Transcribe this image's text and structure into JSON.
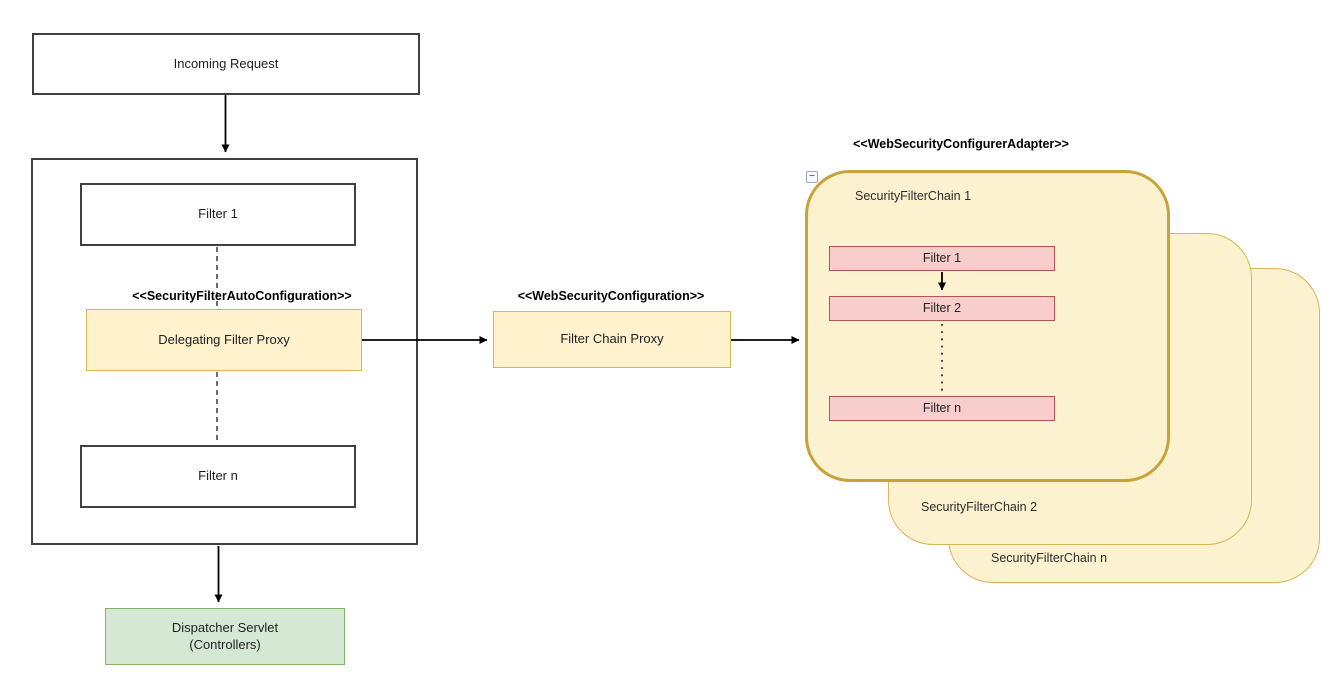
{
  "diagram": {
    "title_hint": "Spring Security filter chain architecture",
    "nodes": {
      "incoming_request": {
        "label": "Incoming Request"
      },
      "filter_1_left": {
        "label": "Filter 1"
      },
      "security_filter_auto_configuration": {
        "label": "<<SecurityFilterAutoConfiguration>>"
      },
      "delegating_filter_proxy": {
        "label": "Delegating Filter Proxy"
      },
      "filter_n_left": {
        "label": "Filter n"
      },
      "dispatcher_servlet": {
        "label_line1": "Dispatcher Servlet",
        "label_line2": "(Controllers)"
      },
      "web_security_configuration": {
        "label": "<<WebSecurityConfiguration>>"
      },
      "filter_chain_proxy": {
        "label": "Filter Chain Proxy"
      },
      "web_security_configurer_adapter": {
        "label": "<<WebSecurityConfigurerAdapter>>"
      },
      "security_filter_chain_1": {
        "label": "SecurityFilterChain 1"
      },
      "security_filter_chain_2": {
        "label": "SecurityFilterChain 2"
      },
      "security_filter_chain_n": {
        "label": "SecurityFilterChain n"
      },
      "chain_filter_1": {
        "label": "Filter 1"
      },
      "chain_filter_2": {
        "label": "Filter 2"
      },
      "chain_filter_n": {
        "label": "Filter n"
      },
      "collapse_button": {
        "glyph": "−"
      }
    },
    "edges": [
      {
        "from": "incoming_request",
        "to": "servlet_filter_container",
        "style": "solid-arrow"
      },
      {
        "from": "filter_1_left",
        "to": "delegating_filter_proxy",
        "style": "dashed"
      },
      {
        "from": "delegating_filter_proxy",
        "to": "filter_n_left",
        "style": "dashed"
      },
      {
        "from": "delegating_filter_proxy",
        "to": "filter_chain_proxy",
        "style": "solid-arrow"
      },
      {
        "from": "filter_chain_proxy",
        "to": "security_filter_chain_1",
        "style": "solid-arrow"
      },
      {
        "from": "servlet_filter_container",
        "to": "dispatcher_servlet",
        "style": "solid-arrow"
      },
      {
        "from": "chain_filter_1",
        "to": "chain_filter_2",
        "style": "solid-arrow"
      },
      {
        "from": "chain_filter_2",
        "to": "chain_filter_n",
        "style": "dotted"
      }
    ],
    "colors": {
      "yellow_fill": "#fff2cc",
      "yellow_stroke": "#d6b656",
      "chain_stroke_bold": "#c7a33b",
      "pink_fill": "#f8cecc",
      "pink_stroke": "#b85450",
      "green_fill": "#d5e8d4",
      "green_stroke": "#82b366",
      "box_stroke": "#404040",
      "arrow": "#000000",
      "background": "#ffffff"
    }
  }
}
